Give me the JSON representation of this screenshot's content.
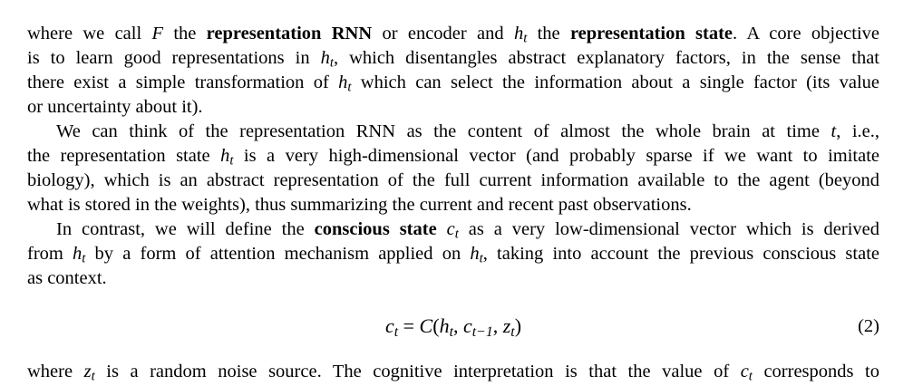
{
  "para1": {
    "l1_a": "where we call ",
    "l1_F": "F",
    "l1_b": " the ",
    "l1_bold1": "representation RNN",
    "l1_c": " or encoder and ",
    "l1_h": "h",
    "l1_hsub": "t",
    "l1_d": " the ",
    "l1_bold2": "representation state",
    "l1_e": ". A core objective",
    "l2_a": "is to learn good representations in ",
    "l2_h": "h",
    "l2_hsub": "t",
    "l2_b": ", which disentangles abstract explanatory factors, in the sense that",
    "l3_a": "there exist a simple transformation of ",
    "l3_h": "h",
    "l3_hsub": "t",
    "l3_b": " which can select the information about a single factor (its value",
    "l4": "or uncertainty about it)."
  },
  "para2": {
    "l1_a": "We can think of the representation RNN as the content of almost the whole brain at time ",
    "l1_t": "t",
    "l1_b": ", i.e.,",
    "l2_a": "the representation state ",
    "l2_h": "h",
    "l2_hsub": "t",
    "l2_b": " is a very high-dimensional vector (and probably sparse if we want to imitate",
    "l3": "biology), which is an abstract representation of the full current information available to the agent (beyond",
    "l4": "what is stored in the weights), thus summarizing the current and recent past observations."
  },
  "para3": {
    "l1_a": "In contrast, we will define the ",
    "l1_bold": "conscious state",
    "l1_c": "c",
    "l1_csub": "t",
    "l1_b": " as a very low-dimensional vector which is derived",
    "l2_a": "from ",
    "l2_h1": "h",
    "l2_h1sub": "t",
    "l2_b": " by a form of attention mechanism applied on ",
    "l2_h2": "h",
    "l2_h2sub": "t",
    "l2_c": ", taking into account the previous conscious state",
    "l3": "as context."
  },
  "equation": {
    "lhs": "c",
    "lhs_sub": "t",
    "eq": " = ",
    "fn": "C",
    "open": "(",
    "a1": "h",
    "a1_sub": "t",
    "comma1": ", ",
    "a2": "c",
    "a2_sub": "t−1",
    "comma2": ", ",
    "a3": "z",
    "a3_sub": "t",
    "close": ")",
    "number": "(2)"
  },
  "para4": {
    "l1_a": "where ",
    "l1_z": "z",
    "l1_zsub": "t",
    "l1_b": " is a random noise source.  The cognitive interpretation is that the value of ",
    "l1_c": "c",
    "l1_csub": "t",
    "l1_d": " corresponds to"
  }
}
